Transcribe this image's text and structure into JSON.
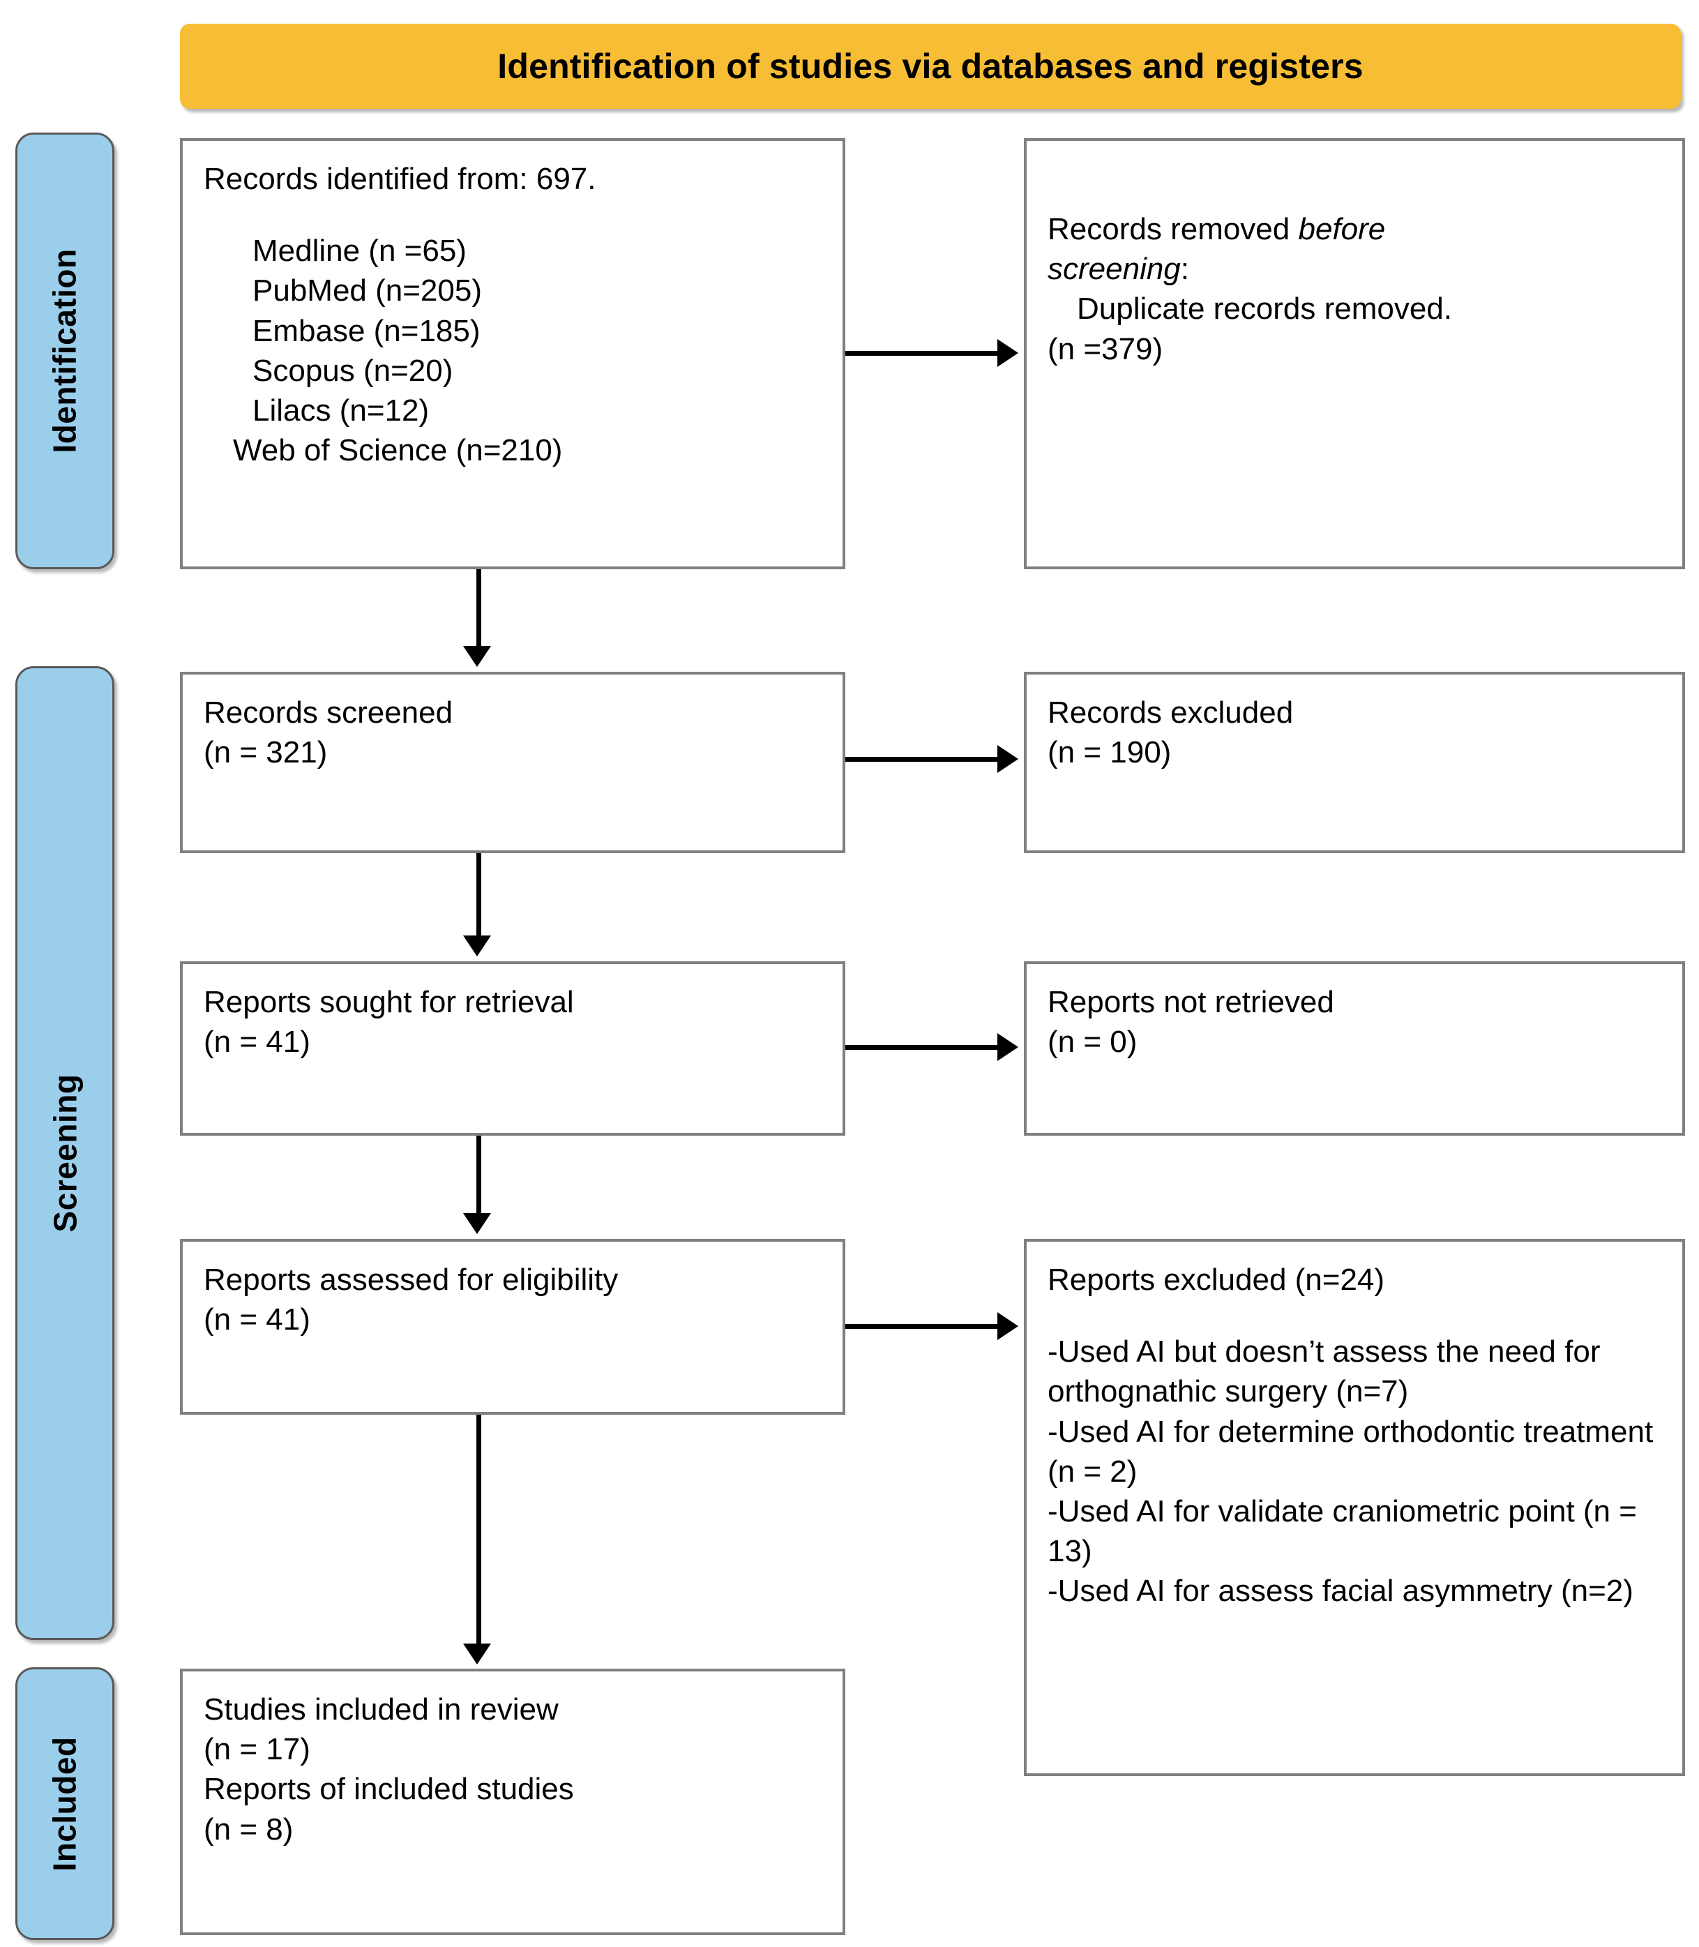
{
  "banner": {
    "title": "Identification of studies via databases and registers",
    "color": "#f7be35"
  },
  "stages": {
    "identification": "Identification",
    "screening": "Screening",
    "included": "Included",
    "color": "#9bceeb"
  },
  "boxes": {
    "identified": {
      "heading": "Records identified from: 697.",
      "sources": [
        "Medline (n =65)",
        "PubMed (n=205)",
        "Embase (n=185)",
        "Scopus (n=20)",
        "Lilacs (n=12)",
        "Web of Science (n=210)"
      ]
    },
    "removed": {
      "line1_plain": "Records removed ",
      "line1_italic": "before",
      "line2_italic": "screening",
      "line2_plain": ":",
      "line3": "Duplicate records removed.",
      "line4": "(n =379)"
    },
    "screened": {
      "line1": "Records screened",
      "line2": "(n = 321)"
    },
    "excluded": {
      "line1": "Records excluded",
      "line2": "(n = 190)"
    },
    "sought": {
      "line1": "Reports sought for retrieval",
      "line2": "(n = 41)"
    },
    "not_retrieved": {
      "line1": "Reports not retrieved",
      "line2": "(n = 0)"
    },
    "assessed": {
      "line1": "Reports assessed for eligibility",
      "line2": "(n = 41)"
    },
    "reports_excluded": {
      "heading": "Reports excluded (n=24)",
      "reasons": [
        "-Used AI but doesn’t assess the need for orthognathic surgery (n=7)",
        "-Used AI for determine orthodontic treatment (n = 2)",
        "-Used AI for validate craniometric point (n = 13)",
        "-Used AI for assess facial asymmetry (n=2)"
      ]
    },
    "included": {
      "line1": "Studies included in review",
      "line2": "(n = 17)",
      "line3": "Reports of included studies",
      "line4": "(n = 8)"
    }
  }
}
